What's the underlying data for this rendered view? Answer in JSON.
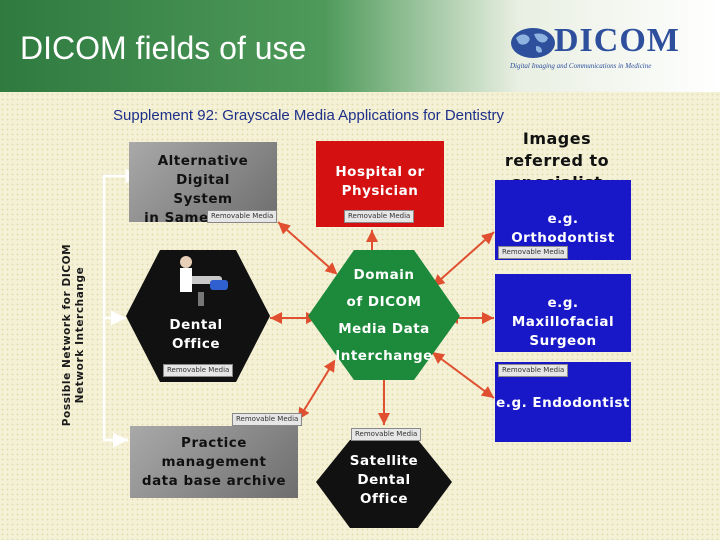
{
  "header": {
    "title": "DICOM fields of use"
  },
  "logo": {
    "word": "DICOM",
    "tagline": "Digital Imaging and Communications in Medicine"
  },
  "diagram": {
    "subtitle": "Supplement 92: Grayscale Media Applications for Dentistry",
    "side_label": "Possible Network for DICOM\nNetwork Interchange",
    "images_caption": "Images\nreferred to specialist",
    "nodes": {
      "alt_system": "Alternative Digital\nSystem\nin Same Office",
      "hospital": "Hospital or\nPhysician",
      "dental_office": "Dental\nOffice",
      "domain": "Domain\nof DICOM\nMedia Data\nInterchange",
      "practice": "Practice\nmanagement\ndata base archive",
      "satellite": "Satellite\nDental\nOffice",
      "orthodontist": "e.g. Orthodontist",
      "maxillofacial": "e.g. Maxillofacial\nSurgeon",
      "endodontist": "e.g. Endodontist"
    },
    "removable_media": "Removable Media"
  },
  "colors": {
    "header_green": "#2f7a3f",
    "blue_box": "#1818c8",
    "red_box": "#d41010",
    "gray_box": "#8a8a8a",
    "hex_green": "#1c8a3a",
    "arrow_red": "#e05030"
  }
}
